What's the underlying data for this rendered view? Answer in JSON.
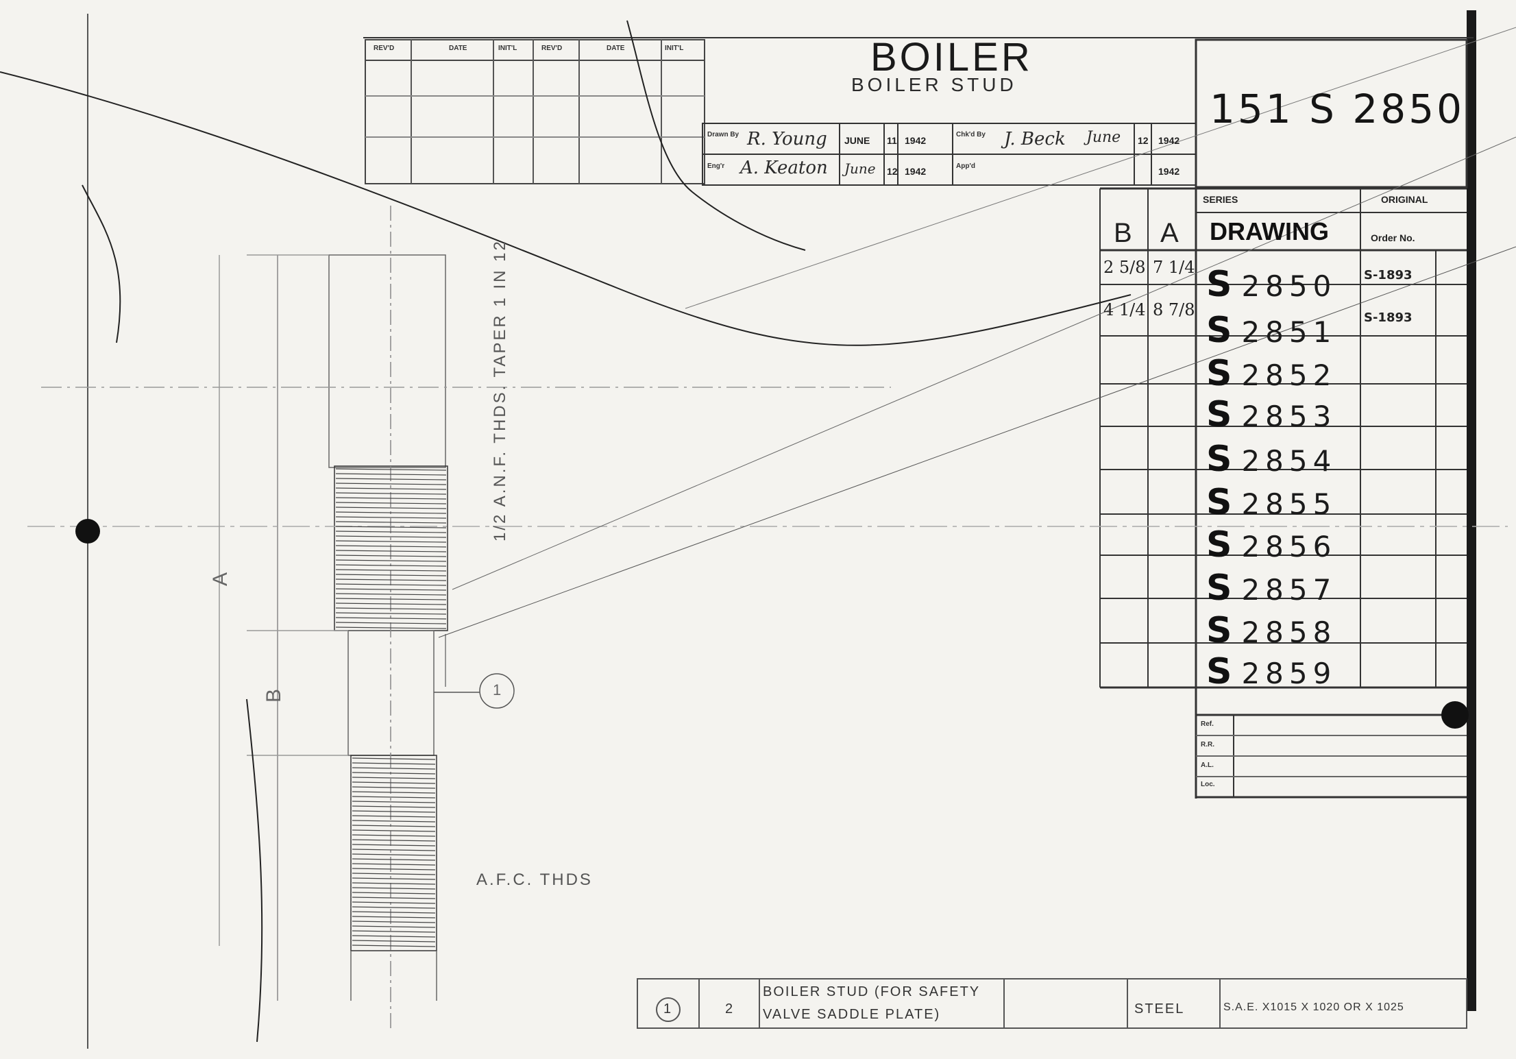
{
  "title": {
    "main": "BOILER",
    "sub": "BOILER STUD",
    "drawing_number": "151 S 2850"
  },
  "revision_table": {
    "headers": [
      "REV'D",
      "DATE",
      "INIT'L",
      "REV'D",
      "DATE",
      "INIT'L"
    ]
  },
  "signatures": {
    "drawn_label": "Drawn By",
    "drawn_by": "R. Young",
    "drawn_month": "JUNE",
    "drawn_day": "11",
    "drawn_year": "1942",
    "checked_label": "Chk'd By",
    "checked_by": "J. Beck",
    "checked_month": "June",
    "checked_day": "12",
    "checked_year": "1942",
    "engineer_label": "Eng'r",
    "engineer": "A. Keaton",
    "engineer_month": "June",
    "engineer_day": "12",
    "engineer_year": "1942",
    "approved_label": "App'd",
    "approved_year": "1942"
  },
  "drawing_table": {
    "col_b": "B",
    "col_a": "A",
    "header_top": "SERIES",
    "header_drawing": "DRAWING",
    "header_original": "ORIGINAL",
    "header_order": "Order No.",
    "prefix": "S",
    "rows": [
      {
        "b": "2 5/8",
        "a": "7 1/4",
        "drawing": "2850",
        "order": "S-1893"
      },
      {
        "b": "4 1/4",
        "a": "8 7/8",
        "drawing": "2851",
        "order": "S-1893"
      },
      {
        "b": "",
        "a": "",
        "drawing": "2852",
        "order": ""
      },
      {
        "b": "",
        "a": "",
        "drawing": "2853",
        "order": ""
      },
      {
        "b": "",
        "a": "",
        "drawing": "2854",
        "order": ""
      },
      {
        "b": "",
        "a": "",
        "drawing": "2855",
        "order": ""
      },
      {
        "b": "",
        "a": "",
        "drawing": "2856",
        "order": ""
      },
      {
        "b": "",
        "a": "",
        "drawing": "2857",
        "order": ""
      },
      {
        "b": "",
        "a": "",
        "drawing": "2858",
        "order": ""
      },
      {
        "b": "",
        "a": "",
        "drawing": "2859",
        "order": ""
      }
    ]
  },
  "lower_box": {
    "labels": [
      "Ref.",
      "R.R.",
      "A.L.",
      "Loc."
    ]
  },
  "drawing_notes": {
    "taper_note": "1/2 A.N.F. THDS. TAPER 1 IN 12",
    "thread_note": "A.F.C. THDS",
    "dim_a": "A",
    "dim_b": "B",
    "balloon": "1"
  },
  "bill_of_materials": {
    "item": "1",
    "qty": "2",
    "description_line1": "BOILER STUD (FOR SAFETY",
    "description_line2": "VALVE SADDLE PLATE)",
    "material": "STEEL",
    "spec": "S.A.E. X1015 X 1020 OR X 1025"
  }
}
